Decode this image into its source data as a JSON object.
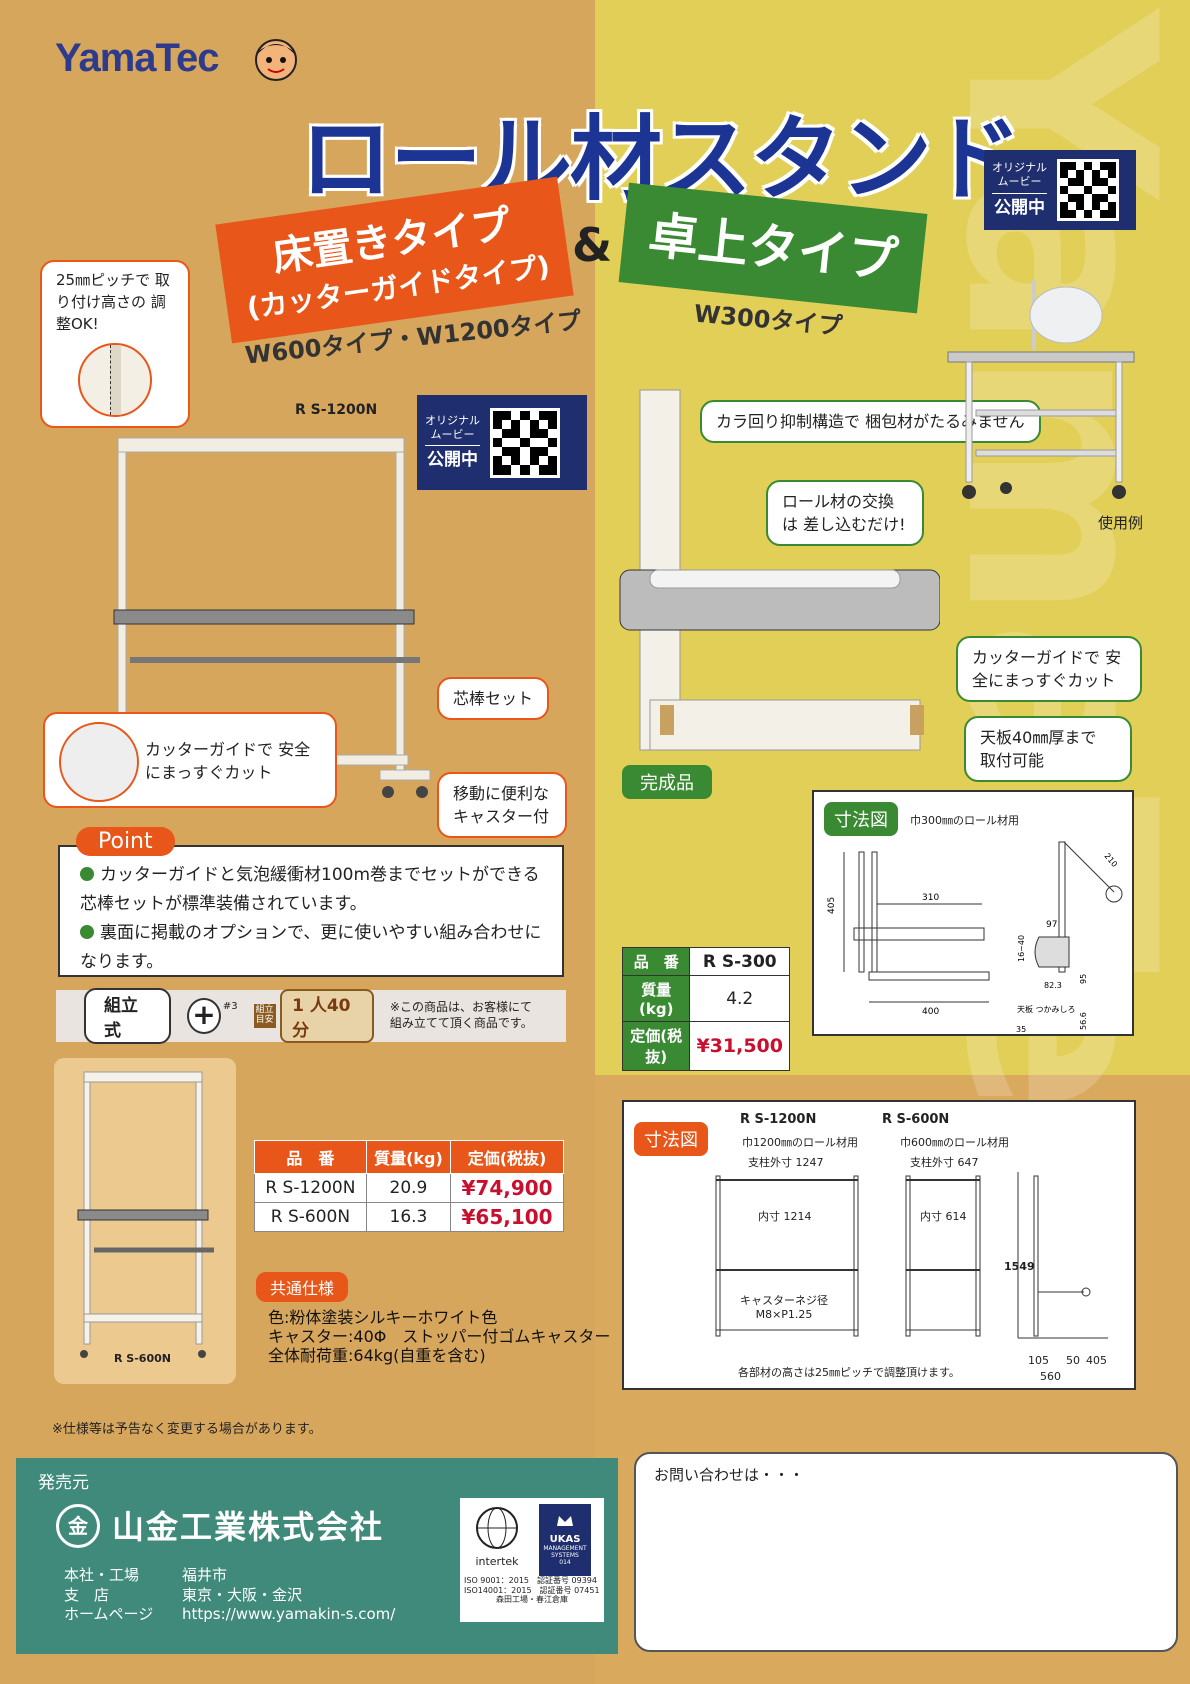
{
  "brand": {
    "logo": "YamaTec"
  },
  "title": "ロール材スタンド",
  "floor_banner": {
    "line1": "床置きタイプ",
    "line2": "(カッターガイドタイプ)"
  },
  "ampersand": "&",
  "desk_banner": "卓上タイプ",
  "floor_types": "W600タイプ・W1200タイプ",
  "desk_types": "W300タイプ",
  "qr_movie": {
    "line1": "オリジナル",
    "line2": "ムービー",
    "line3": "公開中"
  },
  "callouts": {
    "pitch": "25㎜ピッチで 取り付け高さの 調整OK!",
    "model_label": "R S-1200N",
    "core_set": "芯棒セット",
    "casters": "移動に便利な キャスター付",
    "cutter_floor": "カッターガイドで 安全にまっすぐカット",
    "spin": "カラ回り抑制構造で 梱包材がたるみません",
    "swap": "ロール材の交換は 差し込むだけ!",
    "cutter_desk": "カッターガイドで 安全にまっすぐカット",
    "tabletop": "天板40㎜厚まで 取付可能",
    "finished": "完成品",
    "usage": "使用例"
  },
  "point": {
    "tag": "Point",
    "items": [
      "カッターガイドと気泡緩衝材100m巻までセットができる芯棒セットが標準装備されています。",
      "裏面に掲載のオプションで、更に使いやすい組み合わせになります。"
    ]
  },
  "assembly": {
    "type": "組立式",
    "plus": "+",
    "plus_level": "#3",
    "time_label": "組立 目安",
    "time": "1 人40分",
    "note": "※この商品は、お客様にて 組み立てて頂く商品です。"
  },
  "product_photo_label": "R S-600N",
  "floor_table": {
    "headers": [
      "品　番",
      "質量(kg)",
      "定価(税抜)"
    ],
    "rows": [
      [
        "R S-1200N",
        "20.9",
        "¥74,900"
      ],
      [
        "R S-600N",
        "16.3",
        "¥65,100"
      ]
    ]
  },
  "desk_table": {
    "rows": [
      [
        "品　番",
        "R S-300"
      ],
      [
        "質量(kg)",
        "4.2"
      ],
      [
        "定価(税抜)",
        "¥31,500"
      ]
    ]
  },
  "common_spec": {
    "tag": "共通仕様",
    "lines": [
      "色:粉体塗装シルキーホワイト色",
      "キャスター:40Φ　ストッパー付ゴムキャスター",
      "全体耐荷重:64kg(自重を含む)"
    ]
  },
  "dim_desk": {
    "tag": "寸法図",
    "subtitle": "巾300㎜のロール材用",
    "labels": [
      "405",
      "310",
      "400",
      "97",
      "16~40",
      "82.3",
      "95",
      "56.6",
      "35",
      "210",
      "天板 つかみしろ"
    ]
  },
  "dim_floor": {
    "tag": "寸法図",
    "model1": "R S-1200N",
    "model1_sub": "巾1200㎜のロール材用",
    "model2": "R S-600N",
    "model2_sub": "巾600㎜のロール材用",
    "outer1": "支柱外寸 1247",
    "inner1": "内寸 1214",
    "outer2": "支柱外寸 647",
    "inner2": "内寸 614",
    "caster_screw": "キャスターネジ径 M8×P1.25",
    "height": "1549",
    "depth_a": "105",
    "depth_b": "50",
    "depth_c": "405",
    "depth_total": "560",
    "footnote": "各部材の高さは25㎜ピッチで調整頂けます。"
  },
  "note": "※仕様等は予告なく変更する場合があります。",
  "company": {
    "seller_label": "発売元",
    "mark": "金",
    "name": "山金工業株式会社",
    "rows": [
      [
        "本社・工場",
        "福井市"
      ],
      [
        "支　店",
        "東京・大阪・金沢"
      ],
      [
        "ホームページ",
        "https://www.yamakin-s.com/"
      ]
    ]
  },
  "cert": {
    "brand": "intertek",
    "ukas": "UKAS",
    "ukas_sub": "MANAGEMENT SYSTEMS",
    "ukas_num": "014",
    "line1": "ISO 9001：2015　認証番号 09394",
    "line2": "ISO14001：2015　認証番号 07451",
    "line3": "森田工場・春江倉庫"
  },
  "inquiry": "お問い合わせは・・・",
  "colors": {
    "orange": "#e8561a",
    "green": "#3a8a33",
    "navy": "#1c3493",
    "teal": "#3f8a7a"
  }
}
